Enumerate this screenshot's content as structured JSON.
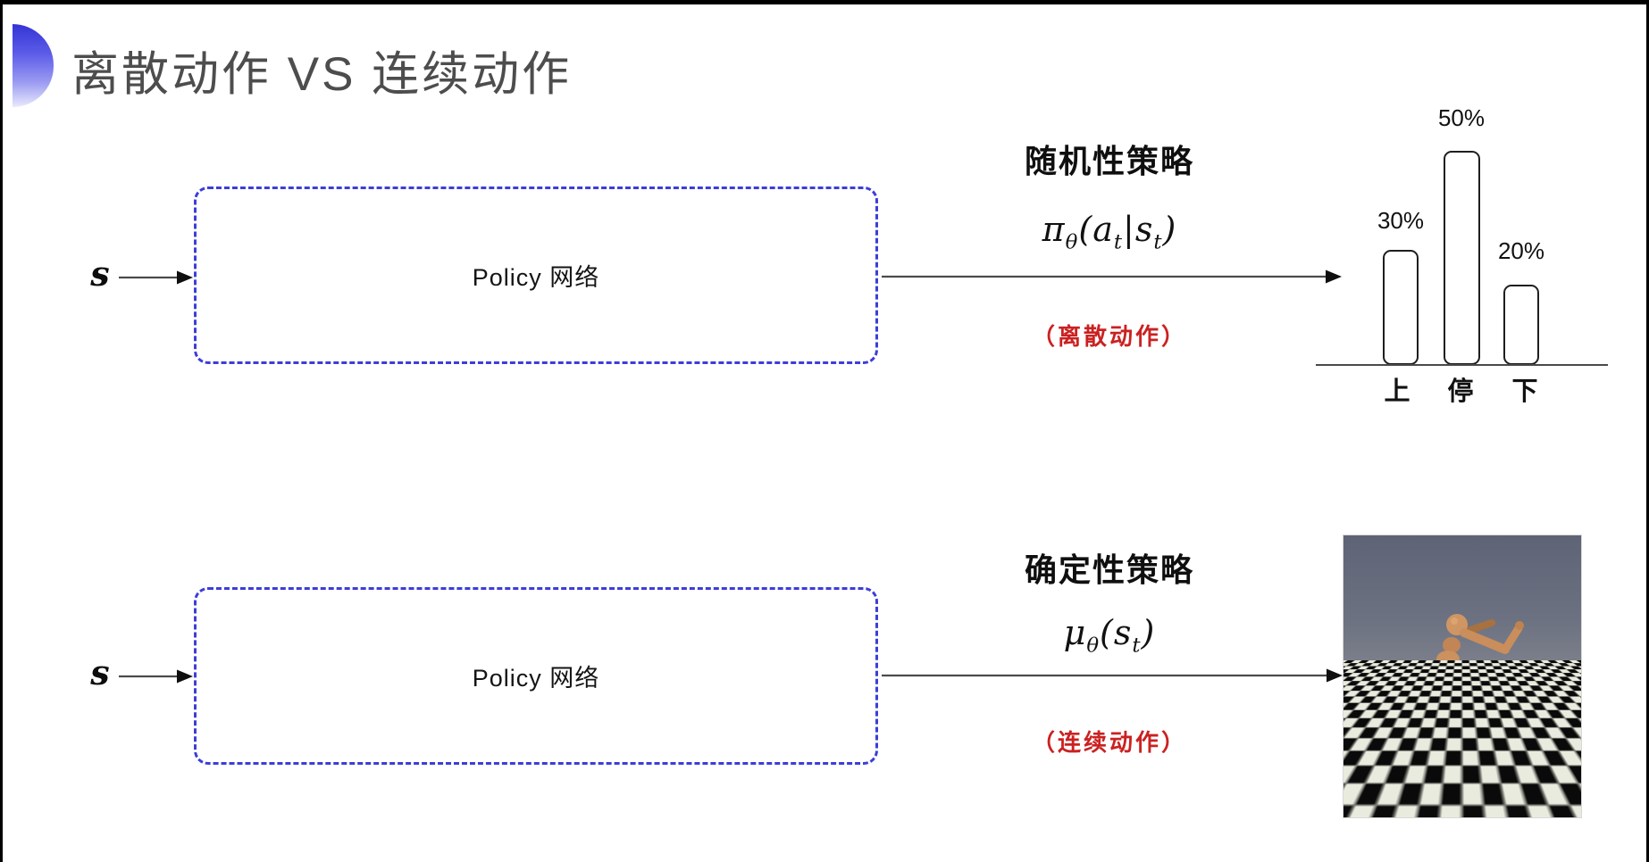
{
  "slide": {
    "title": "离散动作 VS 连续动作"
  },
  "top_flow": {
    "input_label": "s",
    "box_label": "Policy 网络",
    "policy_heading": "随机性策略",
    "formula": {
      "pi": "π",
      "theta": "θ",
      "p1": "(a",
      "t1": "t",
      "p2": "|s",
      "t2": "t",
      "p3": ")"
    },
    "action_caption": "（离散动作）"
  },
  "bottom_flow": {
    "input_label": "s",
    "box_label": "Policy 网络",
    "policy_heading": "确定性策略",
    "formula": {
      "mu": "μ",
      "theta": "θ",
      "p1": "(s",
      "t1": "t",
      "p2": ")"
    },
    "action_caption": "（连续动作）",
    "image_alt": "humanoid-robot-on-checkerboard-floor"
  },
  "chart_data": {
    "type": "bar",
    "categories": [
      "上",
      "停",
      "下"
    ],
    "values": [
      30,
      50,
      20
    ],
    "labels": [
      "30%",
      "50%",
      "20%"
    ],
    "title": "",
    "xlabel": "",
    "ylabel": "",
    "ylim": [
      0,
      100
    ],
    "legend": "none",
    "grid": false,
    "style": "outlined rounded white bars on a plain baseline"
  },
  "colors": {
    "dashed_box_blue": "#3d3dd8",
    "caption_red": "#cb2121",
    "title_gray": "#4d4d4d",
    "arrow_gray": "#4b4b4b",
    "accent_gradient_top": "#3434d6",
    "accent_gradient_bottom": "#e9e9fd"
  }
}
